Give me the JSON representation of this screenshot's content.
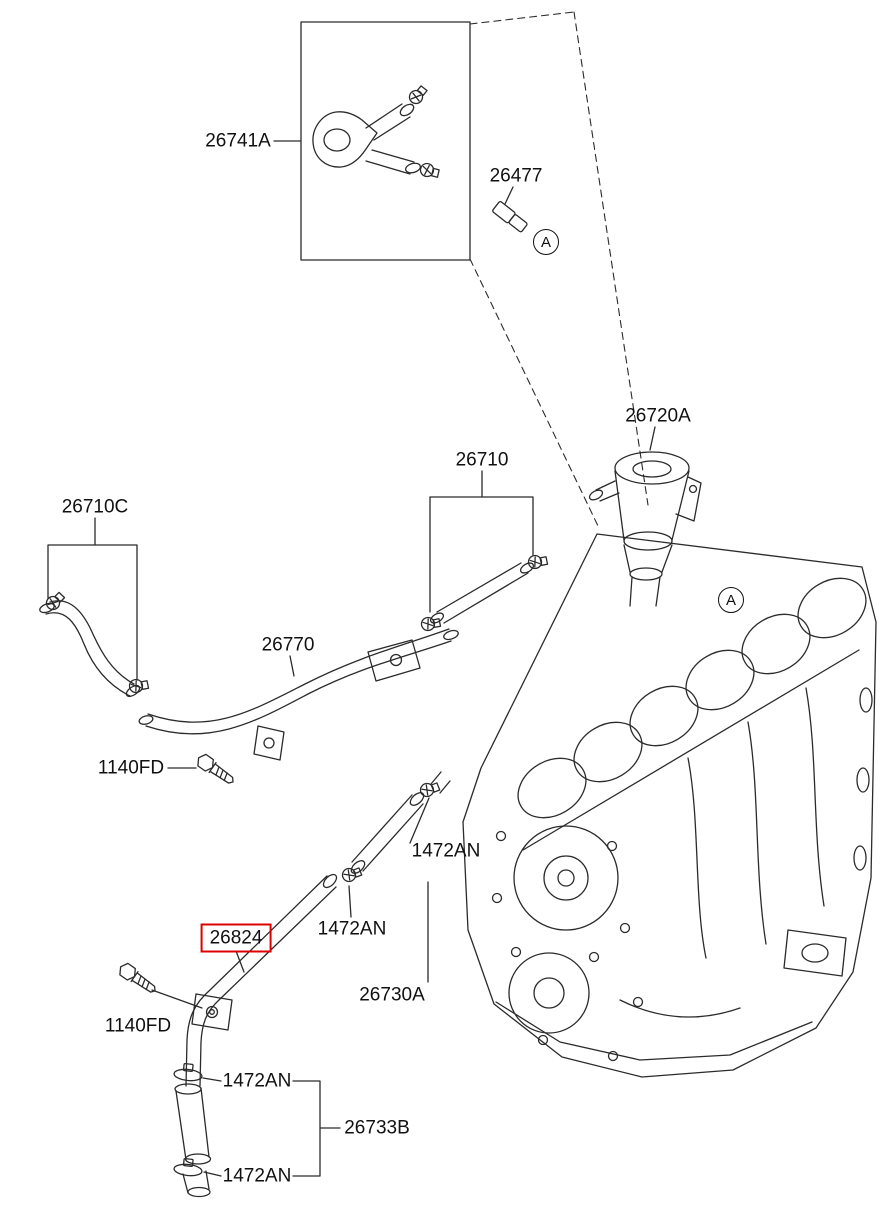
{
  "diagram": {
    "highlighted_part": "26824"
  },
  "colors": {
    "line": "#2b2b2b",
    "text": "#111111",
    "highlight_box": "#dd0000",
    "background": "#ffffff"
  },
  "labels": {
    "p26741A": "26741A",
    "p26477": "26477",
    "p26720A": "26720A",
    "p26710": "26710",
    "p26710C": "26710C",
    "p26770": "26770",
    "p1140FD_1": "1140FD",
    "p1472AN_1": "1472AN",
    "p1472AN_2": "1472AN",
    "p26824": "26824",
    "p26730A": "26730A",
    "p1140FD_2": "1140FD",
    "p1472AN_3": "1472AN",
    "p26733B": "26733B",
    "p1472AN_4": "1472AN"
  },
  "callouts": {
    "a": "A"
  }
}
